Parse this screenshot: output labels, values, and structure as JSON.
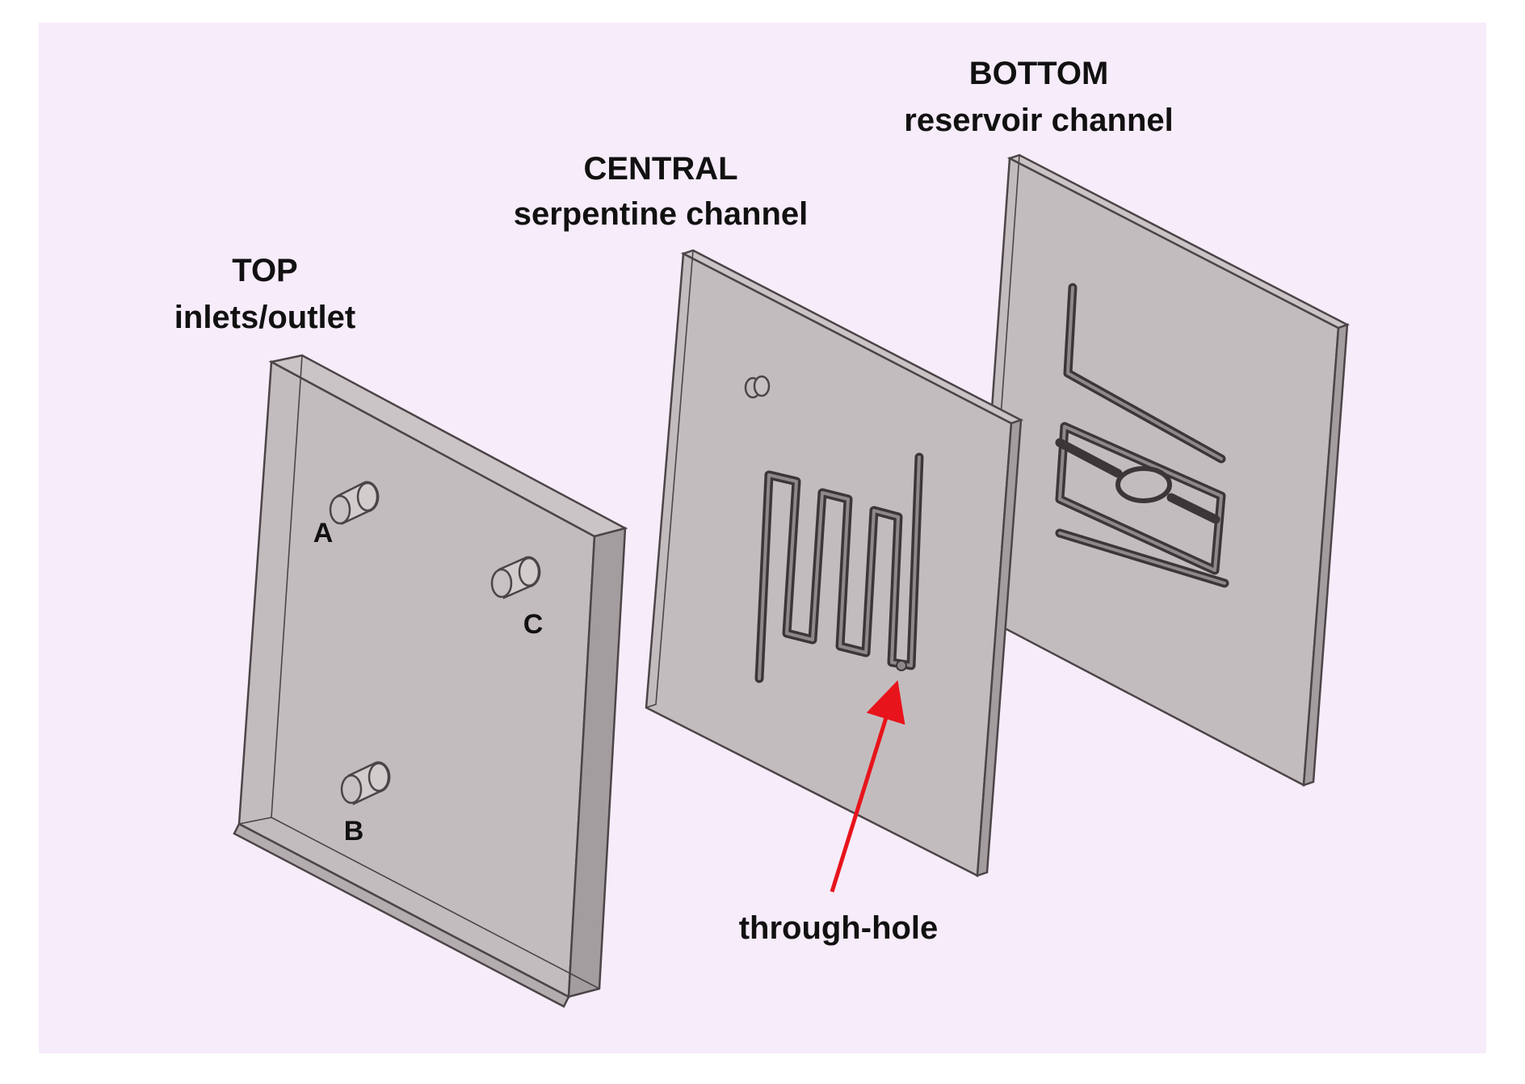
{
  "labels": {
    "top_title": "TOP",
    "top_subtitle": "inlets/outlet",
    "central_title": "CENTRAL",
    "central_subtitle": "serpentine channel",
    "bottom_title": "BOTTOM",
    "bottom_subtitle": "reservoir channel",
    "port_a": "A",
    "port_b": "B",
    "port_c": "C",
    "through_hole": "through-hole"
  },
  "colors": {
    "background": "#f7ecfa",
    "plate": "#c3bcbe",
    "arrow": "#e8141b"
  }
}
